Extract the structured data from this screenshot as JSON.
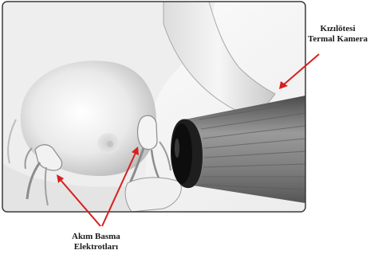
{
  "labels": {
    "camera": [
      "Kızılötesi",
      "Termal Kamera"
    ],
    "electrodes": [
      "Akım Basma",
      "Elektrotları"
    ]
  },
  "colors": {
    "arrow": "#d81e1e",
    "skin_light": "#f4f4f4",
    "skin_shade": "#cfcfcf",
    "camera_body": "#7a7a7a",
    "camera_dark": "#202020",
    "frame": "#3a3a3a"
  }
}
